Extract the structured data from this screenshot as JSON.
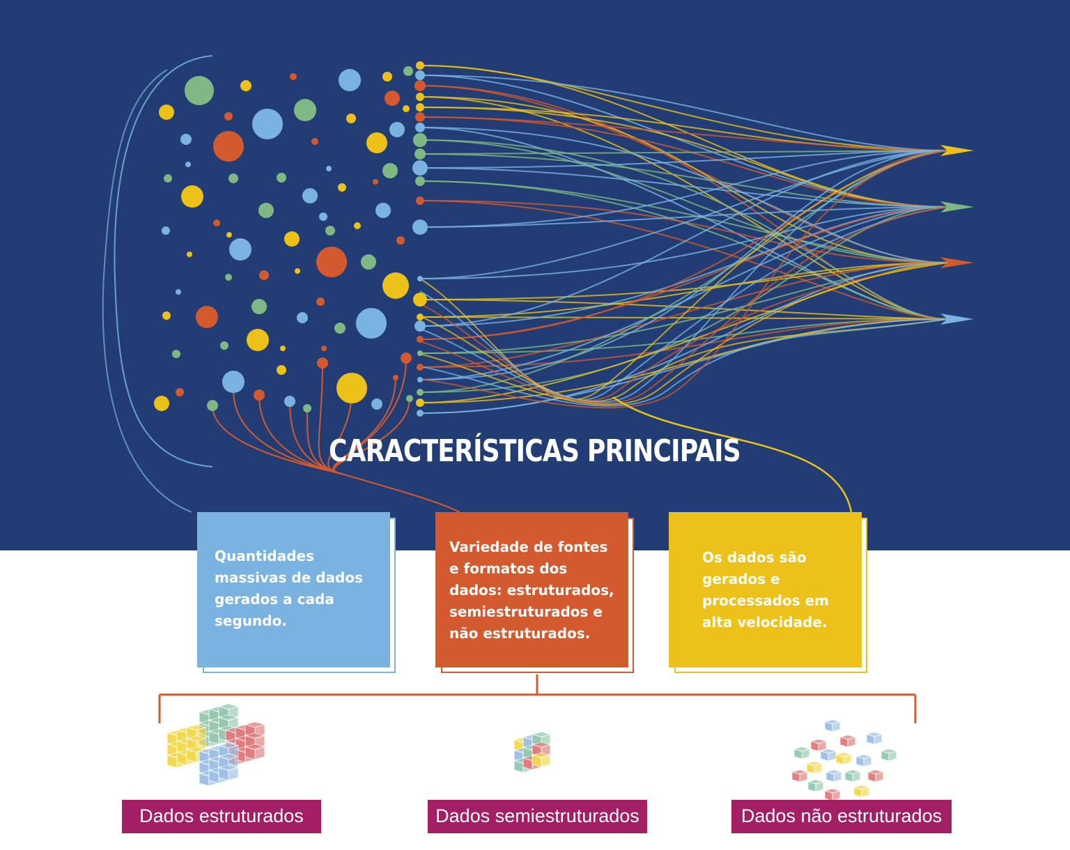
{
  "title": "CARACTERÍSTICAS PRINCIPAIS",
  "cards": [
    {
      "text": "Quantidades massivas de dados gerados a cada segundo.",
      "lines": [
        "Quantidades",
        "massivas de dados",
        "gerados a cada",
        "segundo."
      ],
      "color": "#7ab3e0"
    },
    {
      "text": "Variedade de fontes e formatos dos dados: estruturados, semiestruturados e não estruturados.",
      "lines": [
        "Variedade de fontes",
        "e formatos dos",
        "dados: estruturados,",
        "semiestruturados e",
        "não estruturados."
      ],
      "color": "#d35a2e"
    },
    {
      "text": "Os dados são gerados e processados em alta velocidade.",
      "lines": [
        "Os dados são",
        "gerados e",
        "processados em",
        "alta velocidade."
      ],
      "color": "#ecc21a"
    }
  ],
  "types": [
    {
      "label": "Dados estruturados"
    },
    {
      "label": "Dados semiestruturados"
    },
    {
      "label": "Dados não estruturados"
    }
  ],
  "colors": {
    "background": "#223d74",
    "blue": "#7ab3e0",
    "green": "#7fb884",
    "orange": "#d35a2e",
    "yellow": "#ecc21a",
    "label": "#a31f63",
    "connector": "#d35a2e"
  }
}
